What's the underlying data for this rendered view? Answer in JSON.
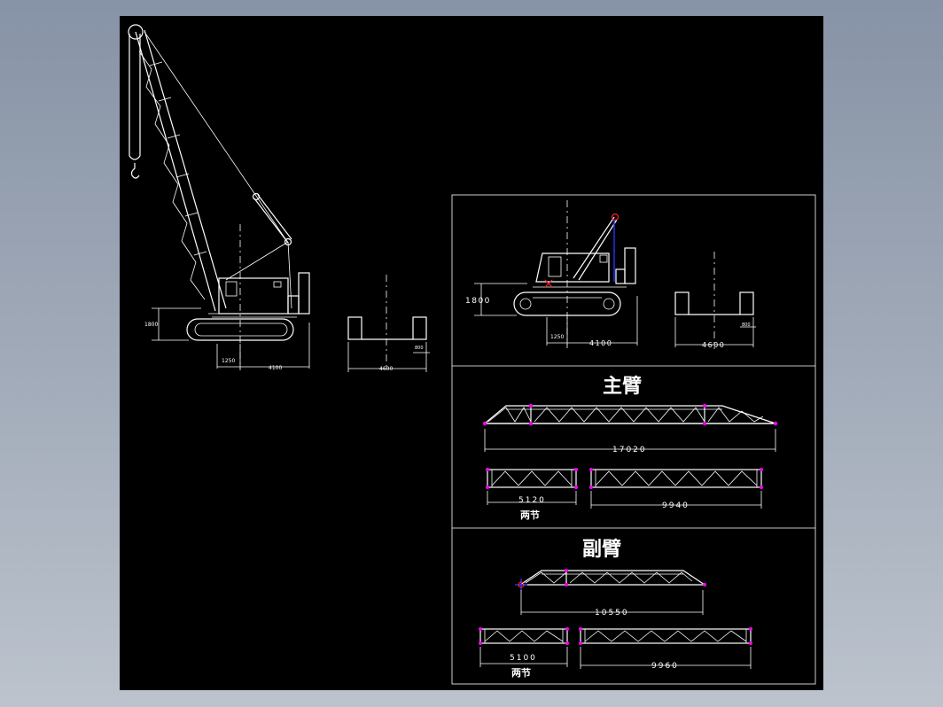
{
  "crane_dimensions": {
    "height": "1800",
    "rear_offset": "1250",
    "track_length": "4100",
    "track_width": "4600",
    "track_plate": "800"
  },
  "main_boom": {
    "title": "主臂",
    "total_length": "17020",
    "section_a_length": "5120",
    "section_a_note": "两节",
    "section_b_length": "9940"
  },
  "jib": {
    "title": "副臂",
    "total_length": "10550",
    "section_a_length": "5100",
    "section_a_note": "两节",
    "section_b_length": "9960"
  },
  "colors": {
    "background": "#000000",
    "line": "#ffffff",
    "node": "#ff00ff",
    "accent_blue": "#2233ff",
    "accent_red": "#ff2020"
  }
}
